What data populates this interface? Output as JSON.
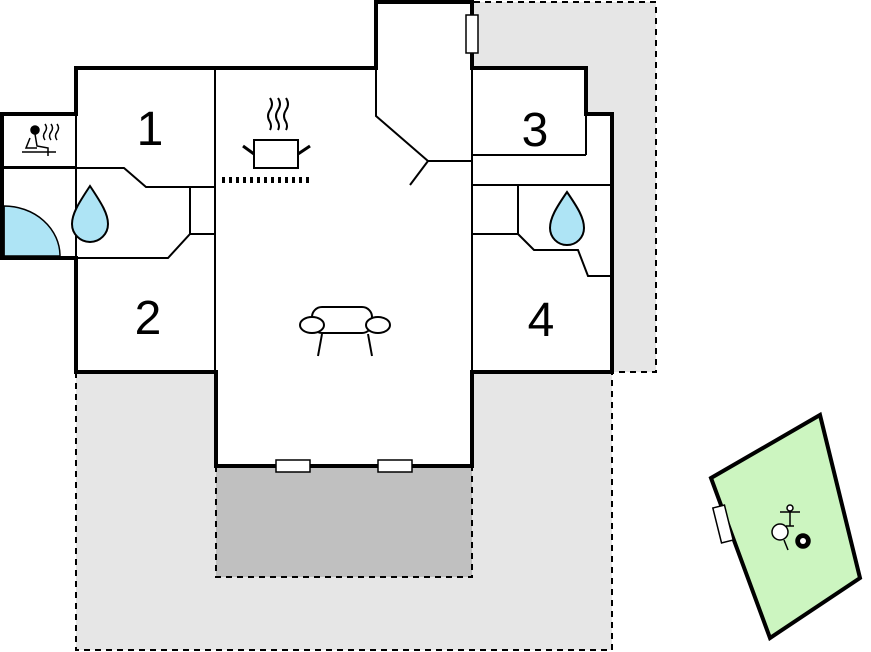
{
  "rooms": [
    {
      "id": "bedroom-1",
      "label": "1"
    },
    {
      "id": "bedroom-2",
      "label": "2"
    },
    {
      "id": "bedroom-3",
      "label": "3"
    },
    {
      "id": "bedroom-4",
      "label": "4"
    }
  ],
  "icons": {
    "sauna": "sauna-icon",
    "bath_left": "water-drop-icon",
    "bath_right": "water-drop-icon",
    "kitchen": "cooking-pot-icon",
    "living": "sofa-icon",
    "annex": "table-tennis-billiards-icon"
  },
  "colors": {
    "terrace": "#e6e6e6",
    "covered_terrace": "#c0c0c0",
    "water": "#aee4f5",
    "annex": "#ccf5c0",
    "walls": "#000000"
  }
}
